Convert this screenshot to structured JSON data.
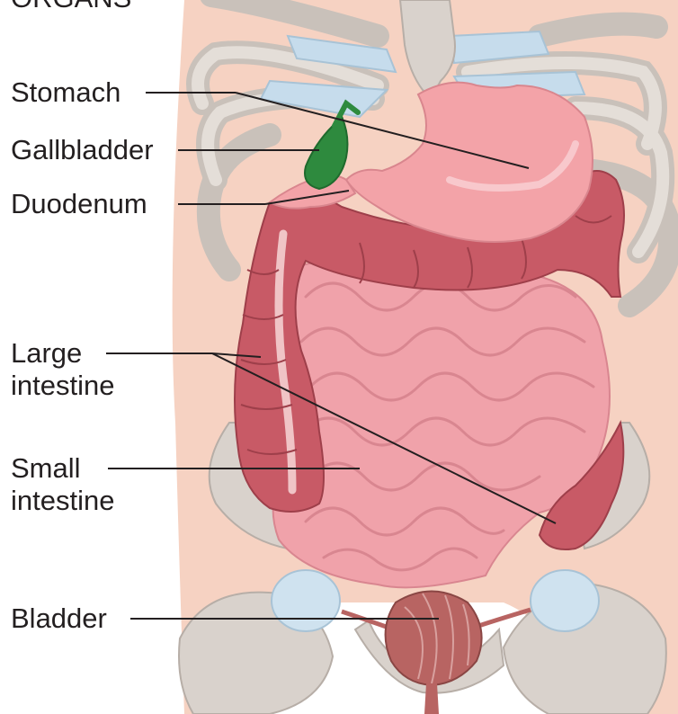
{
  "header": {
    "title": "ORGANS"
  },
  "labels": {
    "stomach": "Stomach",
    "gallbladder": "Gallbladder",
    "duodenum": "Duodenum",
    "large_intestine": [
      "Large",
      "intestine"
    ],
    "small_intestine": [
      "Small",
      "intestine"
    ],
    "bladder": "Bladder"
  },
  "colors": {
    "skin": "#f6d2c2",
    "bone": "#d9d2cc",
    "cartilage": "#c6dcec",
    "stomach": "#f3a3a8",
    "gallbladder": "#2e8a3e",
    "large_intestine": "#c85a66",
    "small_intestine": "#f0a2aa",
    "bladder": "#b86462",
    "leader_line": "#231f20"
  }
}
